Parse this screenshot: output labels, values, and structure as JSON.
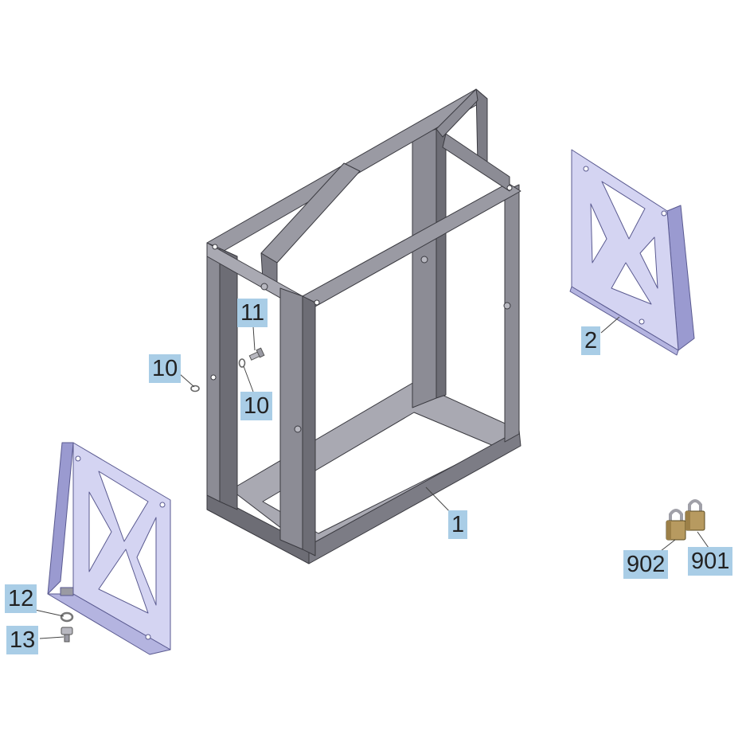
{
  "diagram": {
    "type": "exploded parts diagram",
    "callouts": [
      {
        "id": "c1",
        "label": "1",
        "part": "frame"
      },
      {
        "id": "c2",
        "label": "2",
        "part": "side plate (right)"
      },
      {
        "id": "c10a",
        "label": "10",
        "part": "washer"
      },
      {
        "id": "c10b",
        "label": "10",
        "part": "washer"
      },
      {
        "id": "c11",
        "label": "11",
        "part": "bolt"
      },
      {
        "id": "c12",
        "label": "12",
        "part": "washer"
      },
      {
        "id": "c13",
        "label": "13",
        "part": "bolt"
      },
      {
        "id": "c901",
        "label": "901",
        "part": "padlock"
      },
      {
        "id": "c902",
        "label": "902",
        "part": "padlock"
      }
    ]
  },
  "colors": {
    "frame_dark": "#6d6d75",
    "frame_mid": "#8c8c95",
    "frame_light": "#a9a9b2",
    "plate_light": "#d4d4f2",
    "plate_mid": "#b4b4e0",
    "plate_edge": "#8a8ac0",
    "callout_bg": "#a9cde6",
    "padlock_body": "#b79a60",
    "padlock_shackle": "#a0a0a8"
  }
}
